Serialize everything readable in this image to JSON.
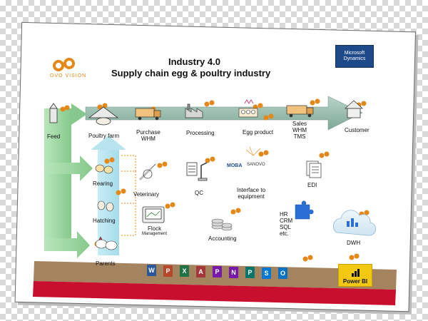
{
  "header": {
    "title_line1": "Industry 4.0",
    "title_line2": "Supply chain egg & poultry industry",
    "logo_text": "OVO VISION",
    "ms_line1": "Microsoft",
    "ms_line2": "Dynamics"
  },
  "top_flow": {
    "feed": "Feed",
    "poultry_farm": "Poultry farm",
    "purchase_line1": "Purchase",
    "purchase_line2": "WHM",
    "processing": "Processing",
    "egg_product": "Egg product",
    "sales_line1": "Sales",
    "sales_line2": "WHM",
    "sales_line3": "TMS",
    "customer": "Customer"
  },
  "left_flow": {
    "rearing": "Rearing",
    "hatching": "Hatching",
    "parents": "Parents"
  },
  "middle": {
    "veterinary": "Veterinary",
    "qc": "QC",
    "interface_line1": "Interface to",
    "interface_line2": "equipment",
    "moba": "MOBA",
    "sanovo": "SANOVO",
    "edi": "EDI",
    "flock_line1": "Flock",
    "flock_line2": "Management",
    "accounting": "Accounting",
    "hr_line1": "HR",
    "hr_line2": "CRM",
    "hr_line3": "SQL",
    "hr_line4": "etc.",
    "dwh": "DWH"
  },
  "bottom": {
    "office_apps": [
      {
        "letter": "W",
        "color": "#2b579a"
      },
      {
        "letter": "P",
        "color": "#b7472a"
      },
      {
        "letter": "X",
        "color": "#217346"
      },
      {
        "letter": "A",
        "color": "#a4373a"
      },
      {
        "letter": "P",
        "color": "#7719aa"
      },
      {
        "letter": "N",
        "color": "#7719aa"
      },
      {
        "letter": "P",
        "color": "#077568"
      },
      {
        "letter": "S",
        "color": "#0078d4"
      },
      {
        "letter": "O",
        "color": "#0072c6"
      }
    ],
    "power_bi": "Power BI"
  },
  "colors": {
    "top_arrow": "#8fb9a8",
    "left_arrow": "#9ad4a0",
    "bottom_band": "#c8102e",
    "brown_band": "#9a7b5a",
    "accent": "#e4881a"
  }
}
